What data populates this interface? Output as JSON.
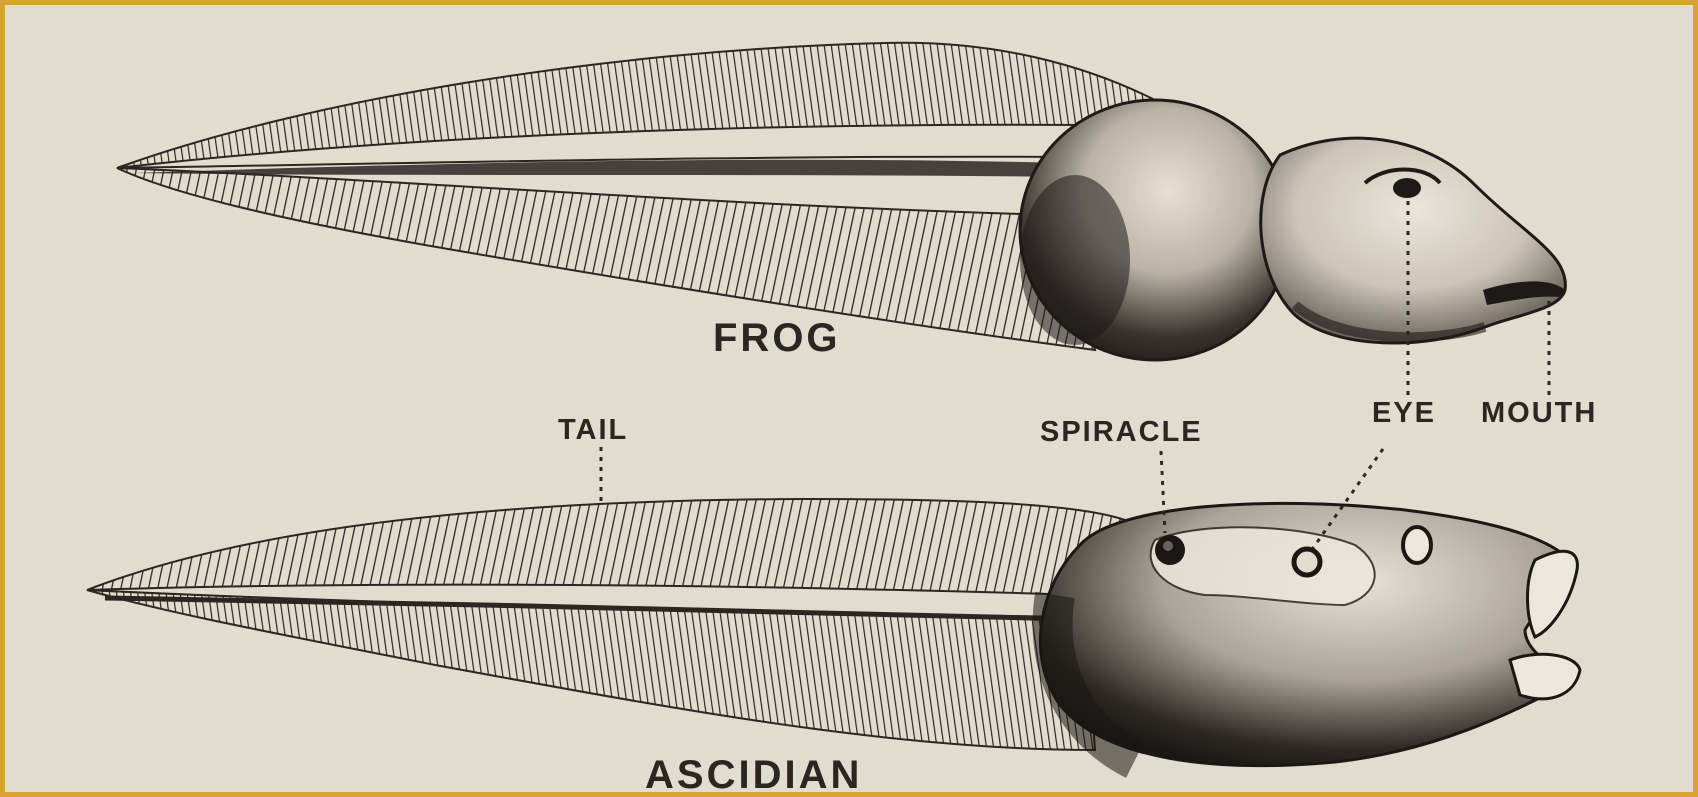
{
  "figure": {
    "frame_color": "#d6a234",
    "paper_color": "#e2dccf",
    "ink_color": "#2a2622"
  },
  "specimens": [
    {
      "id": "frog",
      "name": "FROG"
    },
    {
      "id": "ascidian",
      "name": "ASCIDIAN"
    }
  ],
  "labels": {
    "tail": "TAIL",
    "spiracle": "SPIRACLE",
    "eye": "EYE",
    "mouth": "MOUTH"
  }
}
